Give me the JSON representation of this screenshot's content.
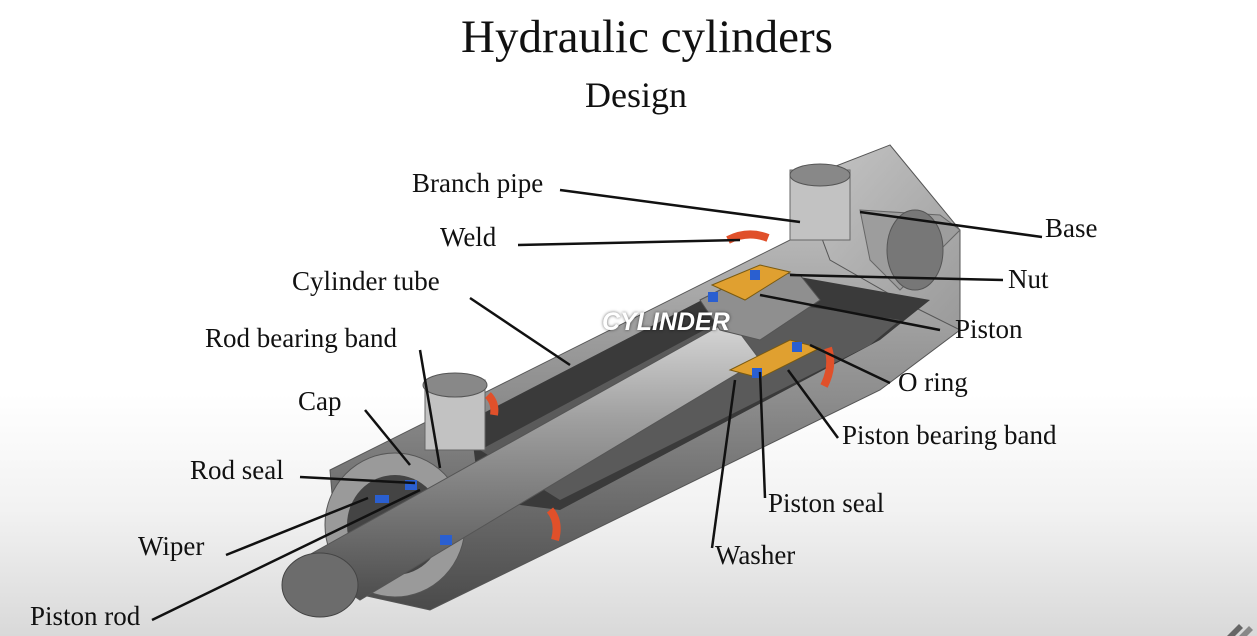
{
  "title": "Hydraulic cylinders",
  "subtitle": "Design",
  "overlay_caption": "CYLINDER",
  "labels": {
    "branch_pipe": "Branch pipe",
    "weld": "Weld",
    "cylinder_tube": "Cylinder tube",
    "rod_bearing_band": "Rod bearing band",
    "cap": "Cap",
    "rod_seal": "Rod seal",
    "wiper": "Wiper",
    "piston_rod": "Piston rod",
    "base": "Base",
    "nut": "Nut",
    "piston": "Piston",
    "o_ring": "O ring",
    "piston_bearing_band": "Piston bearing band",
    "piston_seal": "Piston seal",
    "washer": "Washer"
  },
  "colors": {
    "body_metal": "#8a8a8a",
    "dark_metal": "#3d3d3d",
    "light_metal": "#c8c8c8",
    "weld": "#e0502a",
    "seal": "#2a5fd0",
    "bearing_band": "#e0a030"
  }
}
